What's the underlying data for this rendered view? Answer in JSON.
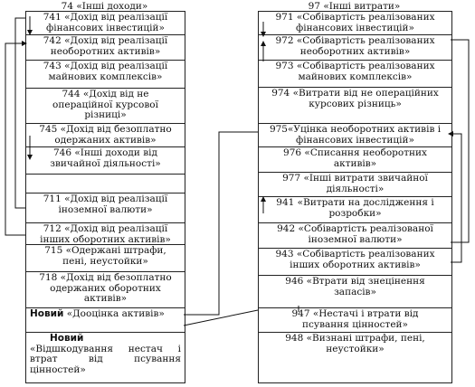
{
  "left": {
    "title": "74 «Інші доходи»",
    "cells": [
      {
        "lines": [
          "741 «Дохід від реалізації",
          "фінансових інвестицій»"
        ]
      },
      {
        "lines": [
          "742 «Дохід від реалізації",
          "необоротних активів»"
        ]
      },
      {
        "lines": [
          "743 «Дохід від реалізації",
          "майнових комплексів»"
        ]
      },
      {
        "lines": [
          "744 «Дохід від не",
          "операційної курсової",
          "різниці»"
        ]
      },
      {
        "lines": [
          "745 «Дохід від безоплатно",
          "одержаних активів»"
        ]
      },
      {
        "lines": [
          "746 «Інші доходи від",
          "звичайної діяльності»"
        ]
      },
      {
        "lines": []
      },
      {
        "lines": [
          "711 «Дохід від реалізації",
          "іноземної валюти»"
        ]
      },
      {
        "lines": [
          "712 «Дохід від реалізації",
          "інших оборотних активів»"
        ]
      },
      {
        "lines": [
          "715 «Одержані штрафи,",
          "пені, неустойки»"
        ]
      },
      {
        "lines": [
          "718 «Дохід від безоплатно",
          "одержаних оборотних",
          "активів»"
        ]
      },
      {
        "tag": "Новий",
        "text": "«Дооцінка активів»"
      },
      {
        "tag": "Новий",
        "lines": [
          "«Відшкодування нестач і",
          "втрат від псування",
          "цінностей»"
        ]
      }
    ]
  },
  "right": {
    "title": "97 «Інші витрати»",
    "cells": [
      {
        "lines": [
          "971 «Собівартість реалізованих",
          "фінансових інвестицій»"
        ]
      },
      {
        "lines": [
          "972 «Собівартість реалізованих",
          "необоротних активів»"
        ]
      },
      {
        "lines": [
          "973 «Собівартість реалізованих",
          "майнових комплексів»"
        ]
      },
      {
        "lines": [
          "974 «Витрати від не операційних",
          "курсових різниць»"
        ]
      },
      {
        "lines": [
          "975«Уцінка необоротних активів і",
          "фінансових інвестицій»"
        ]
      },
      {
        "lines": [
          "976 «Списання необоротних",
          "активів»"
        ]
      },
      {
        "lines": [
          "977 «Інші витрати звичайної",
          "діяльності»"
        ]
      },
      {
        "lines": [
          "941 «Витрати на дослідження і",
          "розробки»"
        ]
      },
      {
        "lines": [
          "942 «Собівартість реалізованої",
          "іноземної валюти»"
        ]
      },
      {
        "lines": [
          "943 «Собівартість реалізованих",
          "інших оборотних активів»"
        ]
      },
      {
        "lines": [
          "946 «Втрати від знецінення",
          "запасів»"
        ]
      },
      {
        "lines": [
          "947 «Нестачі і втрати від",
          "псування цінностей»"
        ]
      },
      {
        "lines": [
          "948 «Визнані штрафи, пені,",
          "неустойки»"
        ]
      }
    ]
  }
}
